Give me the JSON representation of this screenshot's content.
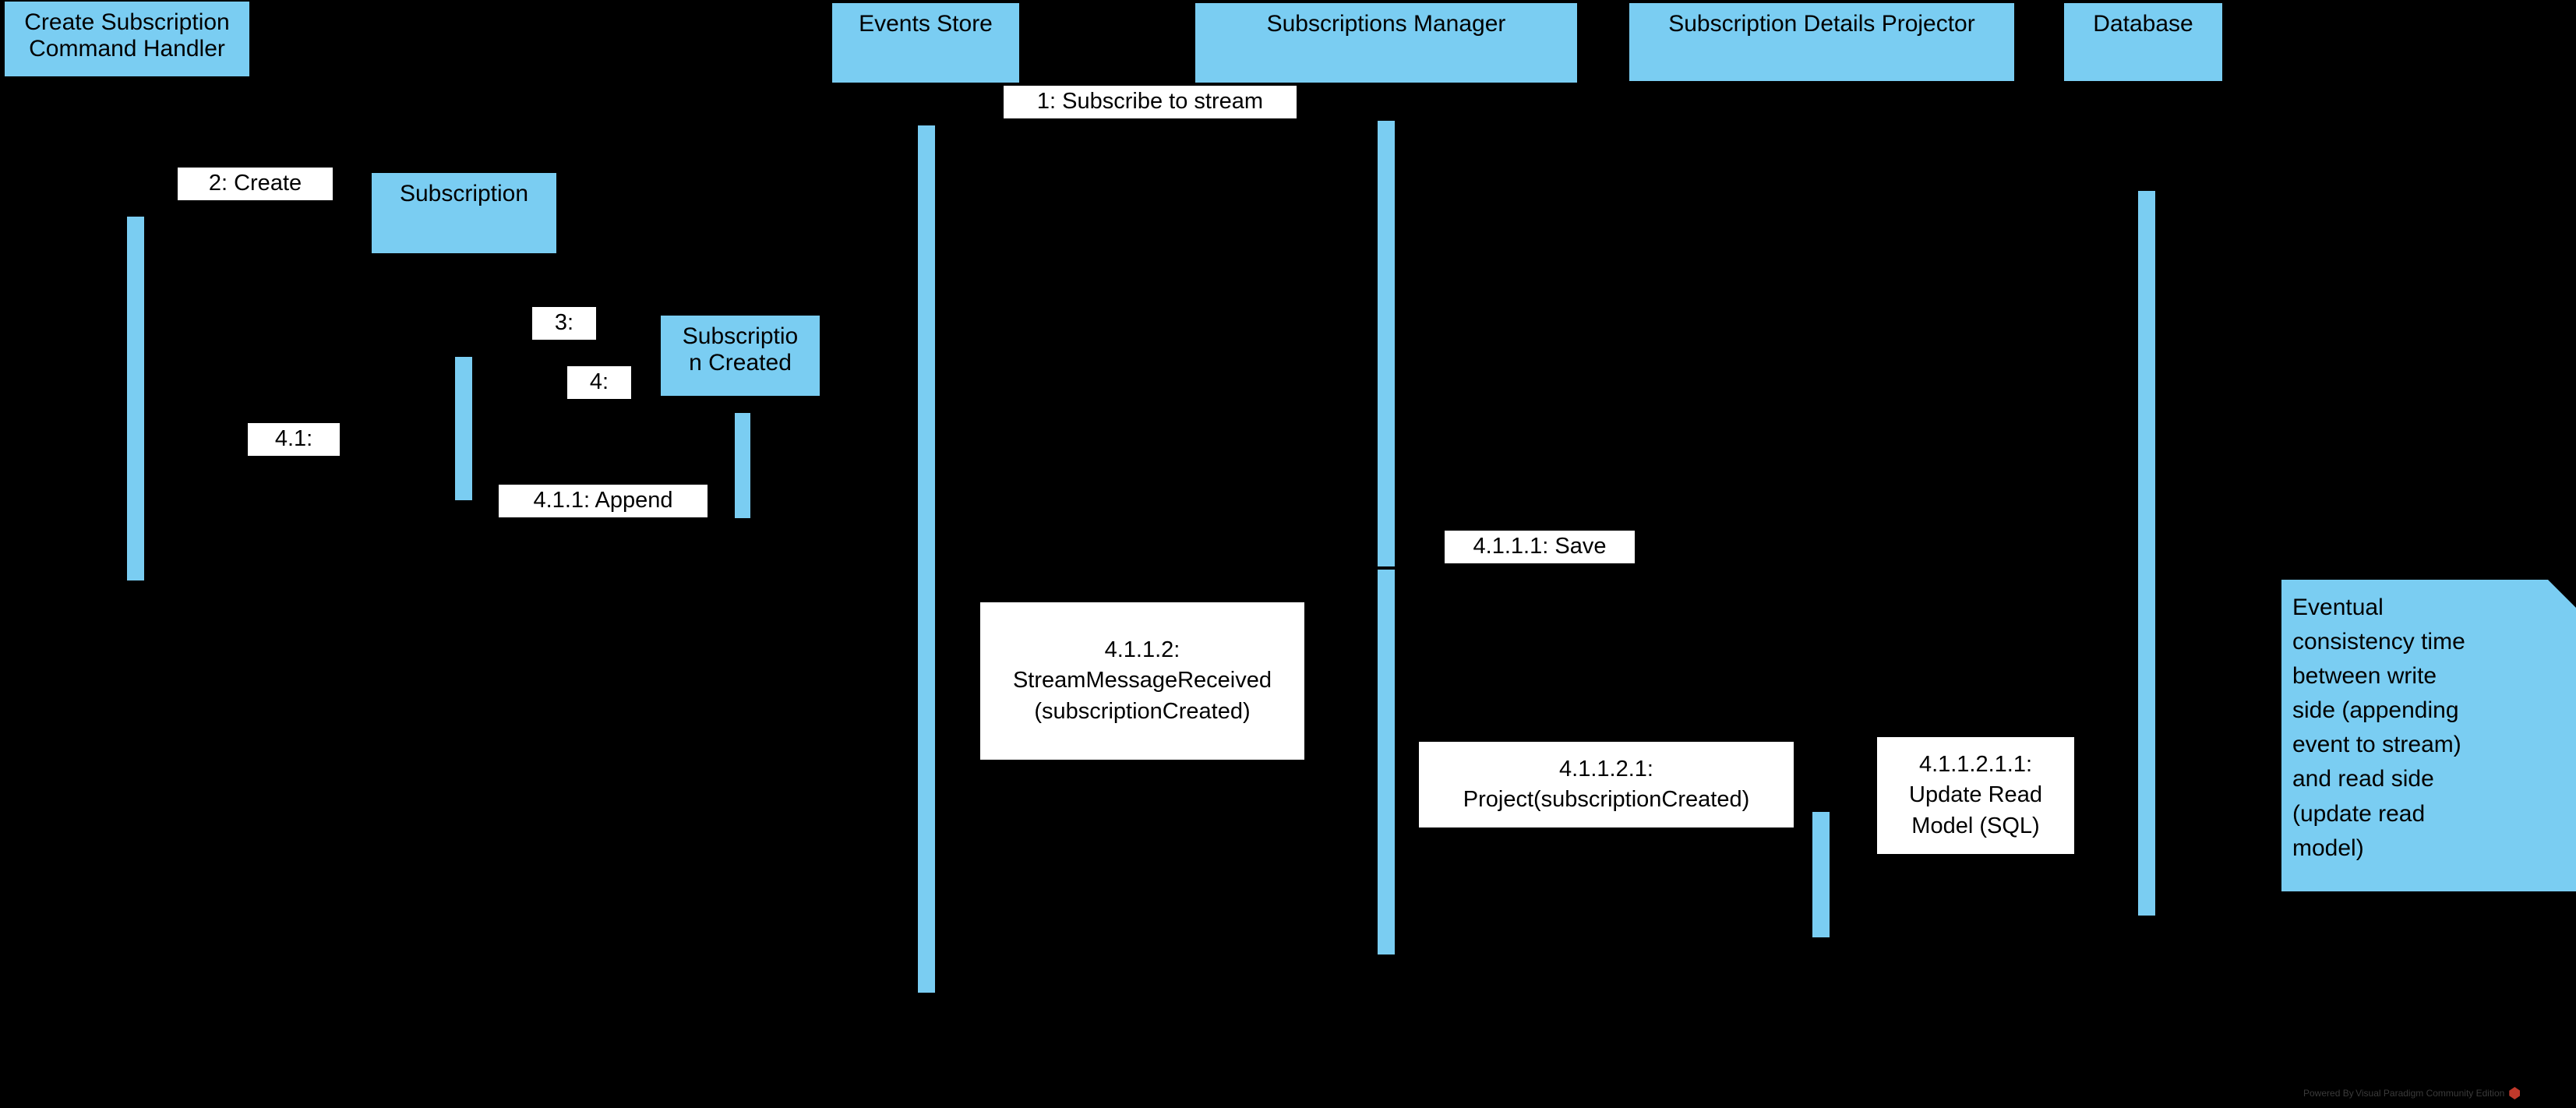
{
  "diagram": {
    "type": "uml-communication-sequence-diagram",
    "background_color": "#000000",
    "node_fill_color": "#7ACDF2",
    "message_label_bg": "#FFFFFF",
    "text_color": "#000000"
  },
  "participants": [
    {
      "id": "create-subscription-command-handler",
      "label": "Create Subscription\nCommand Handler"
    },
    {
      "id": "events-store",
      "label": "Events Store"
    },
    {
      "id": "subscriptions-manager",
      "label": "Subscriptions Manager"
    },
    {
      "id": "subscription-details-projector",
      "label": "Subscription Details Projector"
    },
    {
      "id": "database",
      "label": "Database"
    }
  ],
  "objects": [
    {
      "id": "subscription",
      "label": "Subscription"
    },
    {
      "id": "subscription-created",
      "label": "Subscriptio\nn Created"
    }
  ],
  "messages": [
    {
      "id": "m1",
      "label": "1: Subscribe to stream"
    },
    {
      "id": "m2",
      "label": "2: Create"
    },
    {
      "id": "m3",
      "label": "3:"
    },
    {
      "id": "m4",
      "label": "4:"
    },
    {
      "id": "m41",
      "label": "4.1:"
    },
    {
      "id": "m411",
      "label": "4.1.1: Append"
    },
    {
      "id": "m4111",
      "label": "4.1.1.1: Save"
    },
    {
      "id": "m4112",
      "label": "4.1.1.2:\nStreamMessageReceived\n(subscriptionCreated)"
    },
    {
      "id": "m41121",
      "label": "4.1.1.2.1:\nProject(subscriptionCreated)"
    },
    {
      "id": "m411211",
      "label": "4.1.1.2.1.1:\nUpdate Read\nModel (SQL)"
    }
  ],
  "note": {
    "id": "eventual-consistency-note",
    "text": "Eventual\nconsistency time\nbetween write\nside (appending\nevent to stream)\nand read side\n(update read\nmodel)"
  },
  "watermark": {
    "text": "Powered By Visual Paradigm Community Edition",
    "logo_color": "#C0392B"
  }
}
